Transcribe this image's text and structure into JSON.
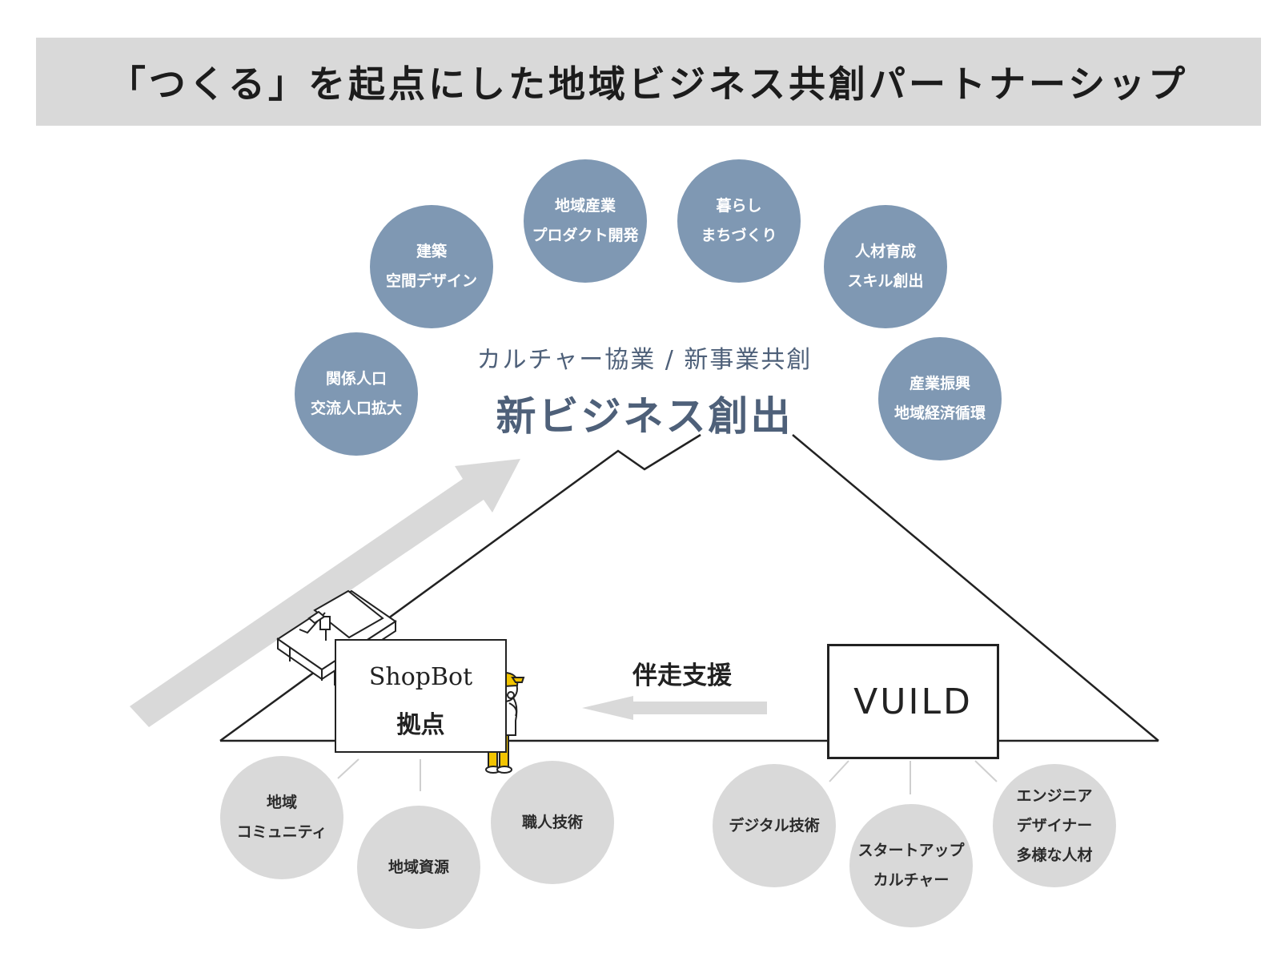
{
  "title": "「つくる」を起点にした地域ビジネス共創パートナーシップ",
  "center": {
    "subtitle": "カルチャー協業 / 新事業共創",
    "main": "新ビジネス創出"
  },
  "outcomes": [
    {
      "line1": "関係人口",
      "line2": "交流人口拡大"
    },
    {
      "line1": "建築",
      "line2": "空間デザイン"
    },
    {
      "line1": "地域産業",
      "line2": "プロダクト開発"
    },
    {
      "line1": "暮らし",
      "line2": "まちづくり"
    },
    {
      "line1": "人材育成",
      "line2": "スキル創出"
    },
    {
      "line1": "産業振興",
      "line2": "地域経済循環"
    }
  ],
  "shopbot": {
    "name": "ShopBot",
    "sub": "拠点",
    "resources": [
      {
        "line1": "地域",
        "line2": "コミュニティ"
      },
      {
        "line1": "地域資源",
        "line2": ""
      },
      {
        "line1": "職人技術",
        "line2": ""
      }
    ]
  },
  "vuild": {
    "name": "VUILD",
    "resources": [
      {
        "line1": "デジタル技術",
        "line2": ""
      },
      {
        "line1": "スタートアップ",
        "line2": "カルチャー"
      },
      {
        "line1": "エンジニア",
        "line2": "デザイナー",
        "line3": "多様な人材"
      }
    ]
  },
  "support_label": "伴走支援",
  "colors": {
    "title_bar": "#d9d9d9",
    "outcome_circle": "#7f98b3",
    "resource_circle": "#d9d9d9",
    "center_text": "#4e6079",
    "arrow": "#d9d9d9",
    "accent_yellow": "#f2c400"
  }
}
